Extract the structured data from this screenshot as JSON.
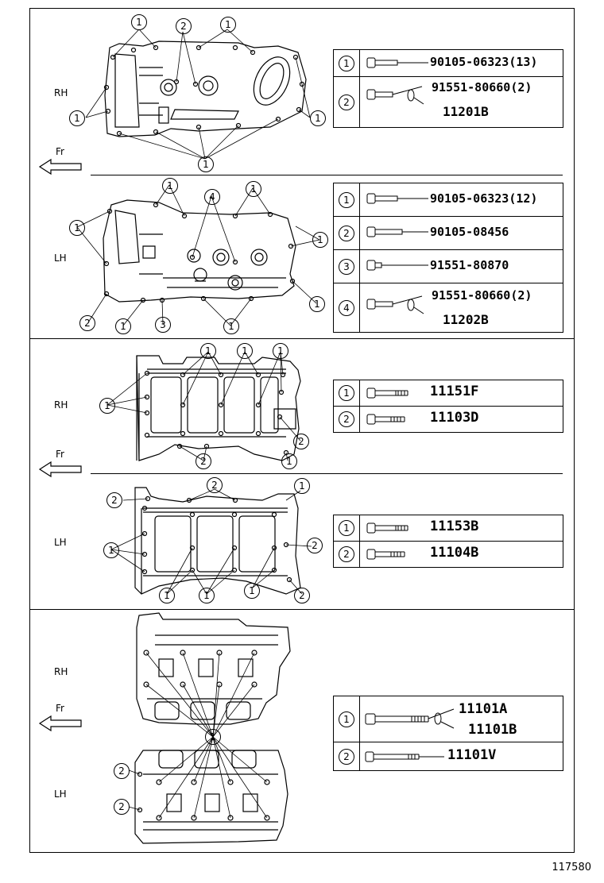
{
  "sections": [
    {
      "rh_label": "RH",
      "fr_label": "Fr",
      "lh_label": "LH",
      "rh_legend": [
        {
          "num": "1",
          "part": "90105-06323(13)"
        },
        {
          "num": "2",
          "part": "91551-80660(2)",
          "sub": "11201B"
        }
      ],
      "lh_legend": [
        {
          "num": "1",
          "part": "90105-06323(12)"
        },
        {
          "num": "2",
          "part": "90105-08456"
        },
        {
          "num": "3",
          "part": "91551-80870"
        },
        {
          "num": "4",
          "part": "91551-80660(2)",
          "sub": "11202B"
        }
      ]
    },
    {
      "rh_label": "RH",
      "fr_label": "Fr",
      "lh_label": "LH",
      "rh_legend": [
        {
          "num": "1",
          "part": "11151F"
        },
        {
          "num": "2",
          "part": "11103D"
        }
      ],
      "lh_legend": [
        {
          "num": "1",
          "part": "11153B"
        },
        {
          "num": "2",
          "part": "11104B"
        }
      ]
    },
    {
      "rh_label": "RH",
      "fr_label": "Fr",
      "lh_label": "LH",
      "legend": [
        {
          "num": "1",
          "part": "11101A",
          "sub": "11101B"
        },
        {
          "num": "2",
          "part": "11101V"
        }
      ]
    }
  ],
  "callouts": {
    "one": "1",
    "two": "2",
    "three": "3",
    "four": "4"
  },
  "figure_id": "117580"
}
